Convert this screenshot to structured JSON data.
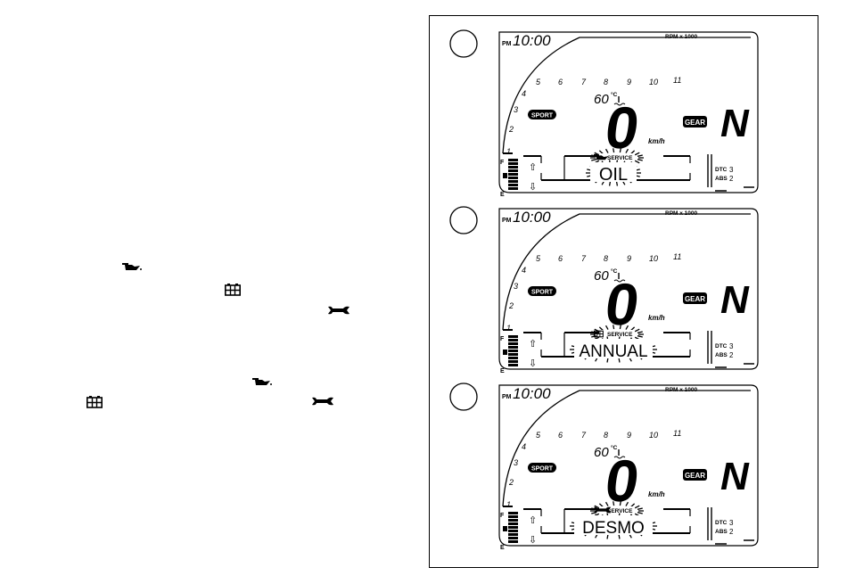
{
  "icons": {
    "oil": "oil-can-icon",
    "battery": "battery-icon",
    "wrench": "wrench-icon"
  },
  "dashboard": {
    "clock_prefix": "PM",
    "clock": "10:00",
    "rpm_label": "RPM x 1000",
    "rpm_ticks": [
      "1",
      "2",
      "3",
      "4",
      "5",
      "6",
      "7",
      "8",
      "9",
      "10",
      "11"
    ],
    "temperature": "60",
    "temperature_unit": "°C",
    "mode": "SPORT",
    "speed": "0",
    "speed_unit": "km/h",
    "gear_label": "GEAR",
    "gear": "N",
    "fuel_full": "F",
    "fuel_empty": "E",
    "dtc_label": "DTC",
    "dtc_value": "3",
    "abs_label": "ABS",
    "abs_value": "2",
    "service_label": "SERVICE"
  },
  "screens": [
    {
      "message": "OIL",
      "service_icon": "oil-can-icon"
    },
    {
      "message": "ANNUAL",
      "service_icon": "battery-icon"
    },
    {
      "message": "DESMO",
      "service_icon": "wrench-icon"
    }
  ],
  "colors": {
    "ink": "#000000",
    "lcd_background": "#ffffff"
  }
}
